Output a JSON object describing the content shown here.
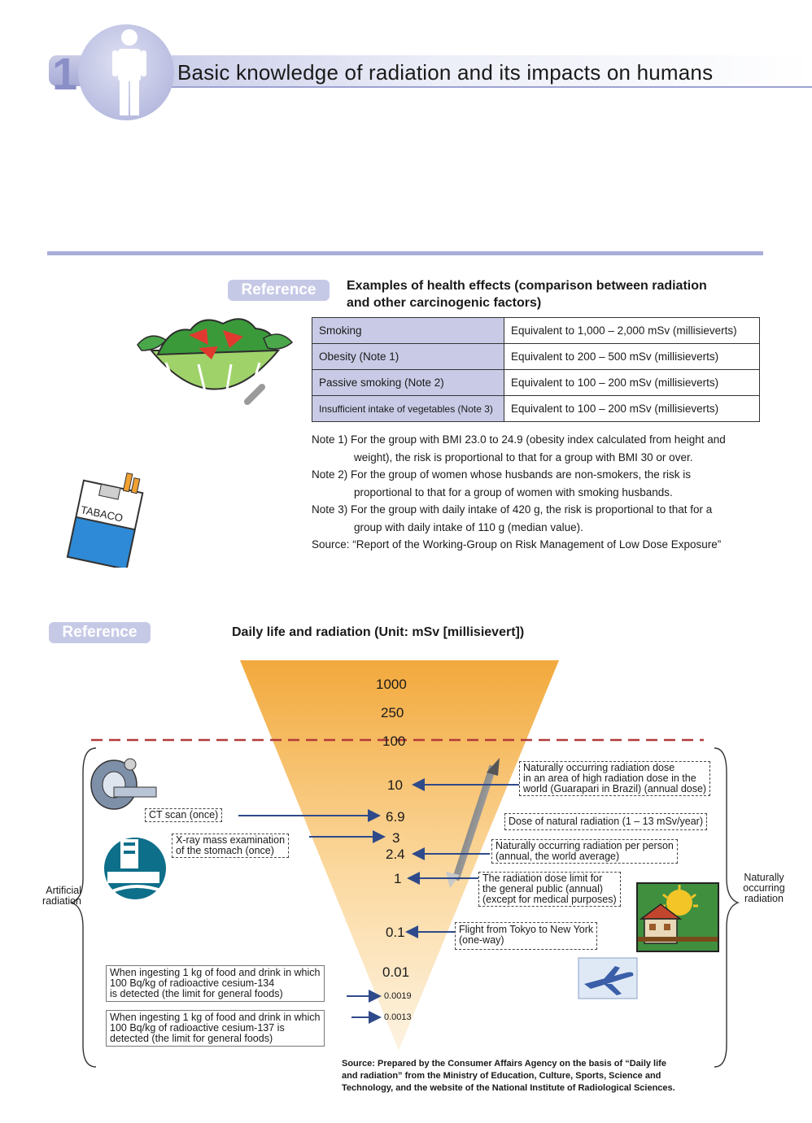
{
  "header": {
    "chapter_number": "1",
    "title": "Basic knowledge of radiation and its impacts on humans"
  },
  "ref1": {
    "badge": "Reference",
    "title_line1": "Examples of health effects (comparison between radiation",
    "title_line2": "and other carcinogenic factors)",
    "table": [
      {
        "factor": "Smoking",
        "effect": "Equivalent to 1,000 – 2,000 mSv (millisieverts)"
      },
      {
        "factor": "Obesity (Note 1)",
        "effect": "Equivalent to 200 – 500 mSv (millisieverts)"
      },
      {
        "factor": "Passive smoking (Note 2)",
        "effect": "Equivalent to 100 – 200 mSv (millisieverts)"
      },
      {
        "factor": "Insufficient intake of vegetables (Note 3)",
        "effect": "Equivalent to 100 – 200 mSv (millisieverts)"
      }
    ],
    "notes": {
      "n1a": "Note 1) For the group with BMI 23.0 to 24.9 (obesity index calculated from height and",
      "n1b": "weight), the risk is proportional to that for a group with BMI 30 or over.",
      "n2a": "Note 2) For the group of women whose husbands are non-smokers, the risk is",
      "n2b": "proportional to that for a group of women with smoking husbands.",
      "n3a": "Note 3) For the group with daily intake of 420 g, the risk is proportional to that for a",
      "n3b": "group with daily intake of 110 g (median value).",
      "source": "Source: “Report of the Working-Group on Risk Management of Low Dose Exposure”"
    },
    "tabaco_label": "TABACO"
  },
  "ref2": {
    "badge": "Reference",
    "title": "Daily life and radiation (Unit: mSv [millisievert])",
    "values": {
      "v1000": "1000",
      "v250": "250",
      "v100": "100",
      "v10": "10",
      "v69": "6.9",
      "v3": "3",
      "v24": "2.4",
      "v1": "1",
      "v01": "0.1",
      "v001": "0.01",
      "v0019": "0.0019",
      "v0013": "0.0013"
    },
    "labels": {
      "ct": "CT scan (once)",
      "xray1": "X-ray mass examination",
      "xray2": "of the stomach (once)",
      "guara1": "Naturally occurring radiation dose",
      "guara2": "in an area of high radiation dose in the",
      "guara3": "world (Guarapari in Brazil) (annual dose)",
      "natural": "Dose of natural radiation (1 – 13 mSv/year)",
      "perperson1": "Naturally occurring radiation per person",
      "perperson2": "(annual, the world average)",
      "limit1": "The radiation dose limit for",
      "limit2": "the general public (annual)",
      "limit3": "(except for medical purposes)",
      "flight1": "Flight from Tokyo to New York",
      "flight2": "(one-way)",
      "cs134_1": "When ingesting 1 kg of food and drink in which",
      "cs134_2": "100 Bq/kg of radioactive cesium-134",
      "cs134_3": "is detected (the limit for general foods)",
      "cs137_1": "When ingesting 1 kg of food and drink in which",
      "cs137_2": "100 Bq/kg of radioactive cesium-137 is",
      "cs137_3": "detected (the limit for general foods)",
      "artificial1": "Artificial",
      "artificial2": "radiation",
      "natural_side1": "Naturally",
      "natural_side2": "occurring",
      "natural_side3": "radiation"
    },
    "source": {
      "l1": "Source: Prepared by the Consumer Affairs Agency on the basis of “Daily life",
      "l2": "and radiation” from the Ministry of Education, Culture, Sports, Science and",
      "l3": "Technology, and the website of the National Institute of Radiological Sciences."
    }
  },
  "colors": {
    "accent": "#a9add8",
    "badge": "#c6c9e6",
    "table_header": "#c9cbe6",
    "arrow": "#2f4a8a",
    "dashed_line": "#b23a3a",
    "triangle_top": "#f2a93c",
    "triangle_bottom": "#fdf3e2"
  }
}
